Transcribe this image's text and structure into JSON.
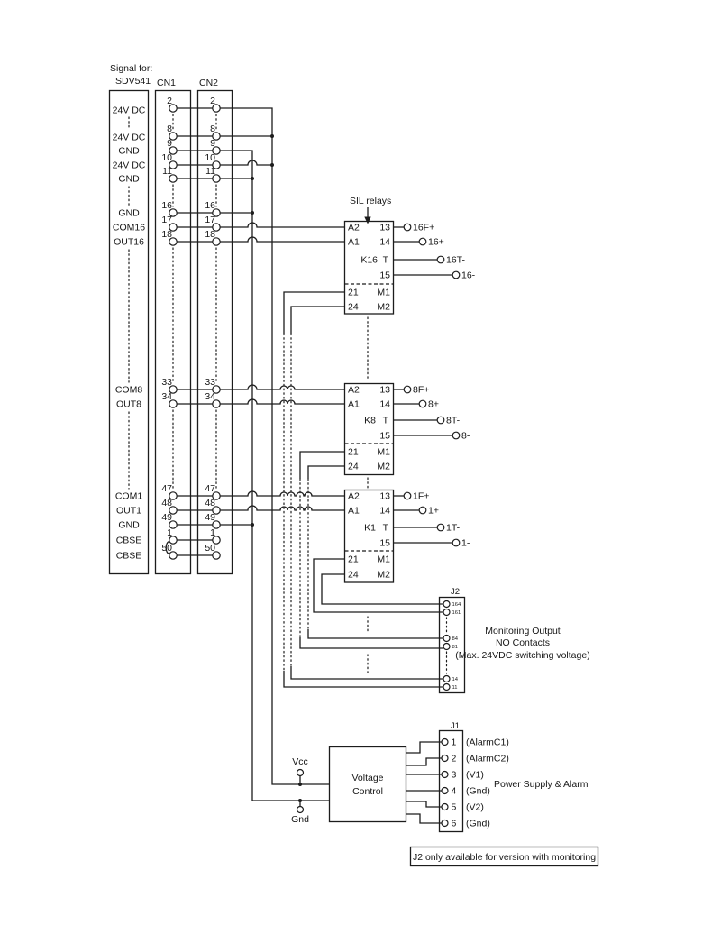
{
  "colors": {
    "ink": "#1c1c1c",
    "bg": "#ffffff"
  },
  "header": {
    "signal_for": "Signal for:",
    "device": "SDV541"
  },
  "signal_labels": [
    "24V DC",
    "24V DC",
    "GND",
    "24V DC",
    "GND",
    "GND",
    "COM16",
    "OUT16",
    "COM8",
    "OUT8",
    "COM1",
    "OUT1",
    "GND",
    "CBSE",
    "CBSE"
  ],
  "connectors": {
    "cn1": "CN1",
    "cn2": "CN2",
    "pins": [
      "2",
      "8",
      "9",
      "10",
      "11",
      "16",
      "17",
      "18",
      "33",
      "34",
      "47",
      "48",
      "49",
      "1",
      "50"
    ]
  },
  "sil_relays_label": "SIL relays",
  "relays": [
    {
      "name": "K16",
      "a2": "A2",
      "a1": "A1",
      "c13": "13",
      "c14": "14",
      "t": "T",
      "c15": "15",
      "c21": "21",
      "c24": "24",
      "m1": "M1",
      "m2": "M2",
      "out13": "16F+",
      "out14": "16+",
      "outT": "16T-",
      "out15": "16-"
    },
    {
      "name": "K8",
      "a2": "A2",
      "a1": "A1",
      "c13": "13",
      "c14": "14",
      "t": "T",
      "c15": "15",
      "c21": "21",
      "c24": "24",
      "m1": "M1",
      "m2": "M2",
      "out13": "8F+",
      "out14": "8+",
      "outT": "8T-",
      "out15": "8-"
    },
    {
      "name": "K1",
      "a2": "A2",
      "a1": "A1",
      "c13": "13",
      "c14": "14",
      "t": "T",
      "c15": "15",
      "c21": "21",
      "c24": "24",
      "m1": "M1",
      "m2": "M2",
      "out13": "1F+",
      "out14": "1+",
      "outT": "1T-",
      "out15": "1-"
    }
  ],
  "j2": {
    "label": "J2",
    "pins": [
      "164",
      "161",
      "84",
      "81",
      "14",
      "11"
    ],
    "note": [
      "Monitoring Output",
      "NO Contacts",
      "(Max. 24VDC switching voltage)"
    ]
  },
  "voltage_control": {
    "line1": "Voltage",
    "line2": "Control",
    "vcc": "Vcc",
    "gnd": "Gnd"
  },
  "j1": {
    "label": "J1",
    "caption": "Power Supply & Alarm",
    "pins": [
      {
        "n": "1",
        "s": "(AlarmC1)"
      },
      {
        "n": "2",
        "s": "(AlarmC2)"
      },
      {
        "n": "3",
        "s": "(V1)"
      },
      {
        "n": "4",
        "s": "(Gnd)"
      },
      {
        "n": "5",
        "s": "(V2)"
      },
      {
        "n": "6",
        "s": "(Gnd)"
      }
    ]
  },
  "footnote": "J2 only available for version with monitoring"
}
